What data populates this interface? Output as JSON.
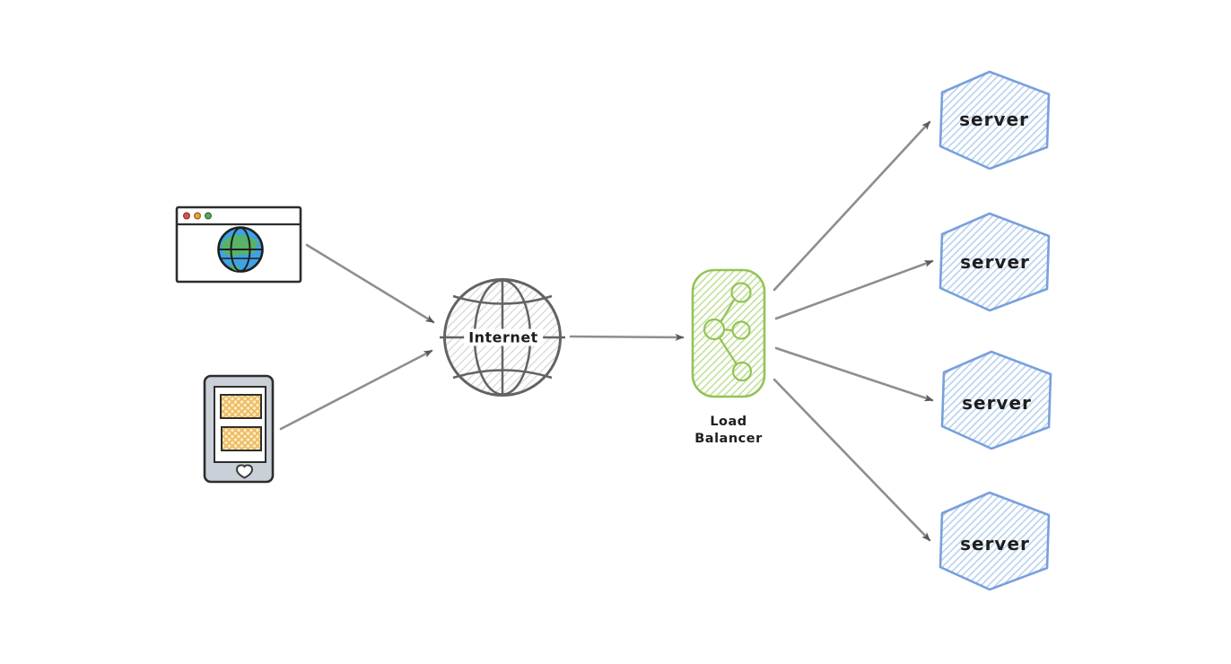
{
  "diagram": {
    "type": "hand-drawn architecture sketch (load balancing)",
    "labels": {
      "internet": "Internet",
      "load_balancer_line1": "Load",
      "load_balancer_line2": "Balancer",
      "servers": [
        {
          "label": "server"
        },
        {
          "label": "server"
        },
        {
          "label": "server"
        },
        {
          "label": "server"
        }
      ]
    },
    "icons": [
      "browser-icon",
      "smartphone-icon",
      "internet-globe-icon",
      "load-balancer-icon",
      "server-hexagon"
    ],
    "edges": [
      {
        "from": "browser",
        "to": "internet"
      },
      {
        "from": "smartphone",
        "to": "internet"
      },
      {
        "from": "internet",
        "to": "load-balancer"
      },
      {
        "from": "load-balancer",
        "to": "server-1"
      },
      {
        "from": "load-balancer",
        "to": "server-2"
      },
      {
        "from": "load-balancer",
        "to": "server-3"
      },
      {
        "from": "load-balancer",
        "to": "server-4"
      }
    ],
    "colors": {
      "text": "#1e1e1e",
      "arrow_shaft": "#8e8e8e",
      "arrow_head": "#585858",
      "server_stroke": "#78a0dc",
      "server_hatch": "#b9d2ef",
      "load_balancer_stroke": "#94c356",
      "load_balancer_hatch": "#c3e09b",
      "internet_stroke": "#636363",
      "internet_hatch": "#dcdcdc",
      "browser_dot_red": "#d9534f",
      "browser_dot_yellow": "#e8a33d",
      "browser_dot_green": "#57a85c",
      "browser_globe_blue": "#3ea2e5",
      "browser_globe_land_green": "#57b368",
      "phone_body_gray": "#c9d0d7",
      "phone_item_orange": "#efb95a"
    }
  }
}
